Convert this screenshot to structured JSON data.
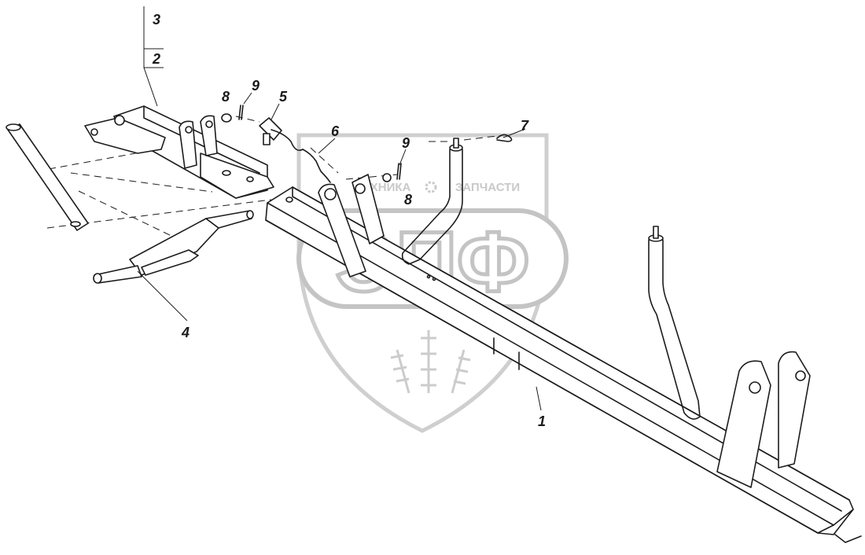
{
  "labels": {
    "part_1": "1",
    "part_2": "2",
    "part_3": "3",
    "part_4": "4",
    "part_5": "5",
    "part_6": "6",
    "part_7": "7",
    "part_8a": "8",
    "part_8b": "8",
    "part_9a": "9",
    "part_9b": "9"
  },
  "watermark": {
    "brand_letters": "ЭПФ",
    "word_left": "ТЕХНИКА",
    "word_right": "ЗАПЧАСТИ",
    "color": "#c4c4c4"
  }
}
